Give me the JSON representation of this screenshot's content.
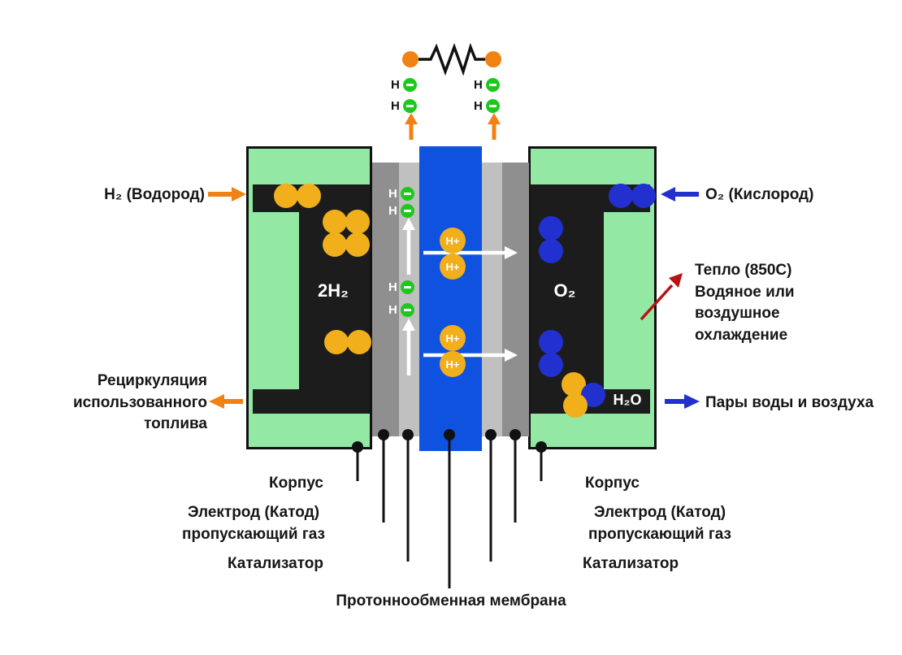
{
  "colors": {
    "housing_green": "#93e9a4",
    "chamber_black": "#1c1c1c",
    "electrode_gray": "#8f8f8f",
    "catalyst_gray": "#c0c0c0",
    "membrane_blue": "#0f52e0",
    "h2_yellow": "#f1af1b",
    "o2_blue": "#2130cf",
    "electron_green": "#1dc81d",
    "orange": "#f08214",
    "heat_red": "#b51414"
  },
  "particles": {
    "electron": "H",
    "proton": "H+"
  },
  "cell": {
    "left_chamber_label": "2H₂",
    "right_chamber_label": "O₂",
    "water_label": "H₂O"
  },
  "annotations": {
    "hydrogen_in": "H₂ (Водород)",
    "oxygen_in": "O₂ (Кислород)",
    "heat": "Тепло (850C)\nВодяное или\nвоздушное\nохлаждение",
    "recirculation": "Рециркуляция\nиспользованного\nтоплива",
    "vapor_out": "Пары воды и воздуха",
    "housing_left": "Корпус",
    "housing_right": "Корпус",
    "electrode_left": "Электрод (Катод)\nпропускающий газ",
    "electrode_right": "Электрод (Катод)\nпропускающий газ",
    "catalyst_left": "Катализатор",
    "catalyst_right": "Катализатор",
    "membrane": "Протоннообменная мембрана"
  }
}
